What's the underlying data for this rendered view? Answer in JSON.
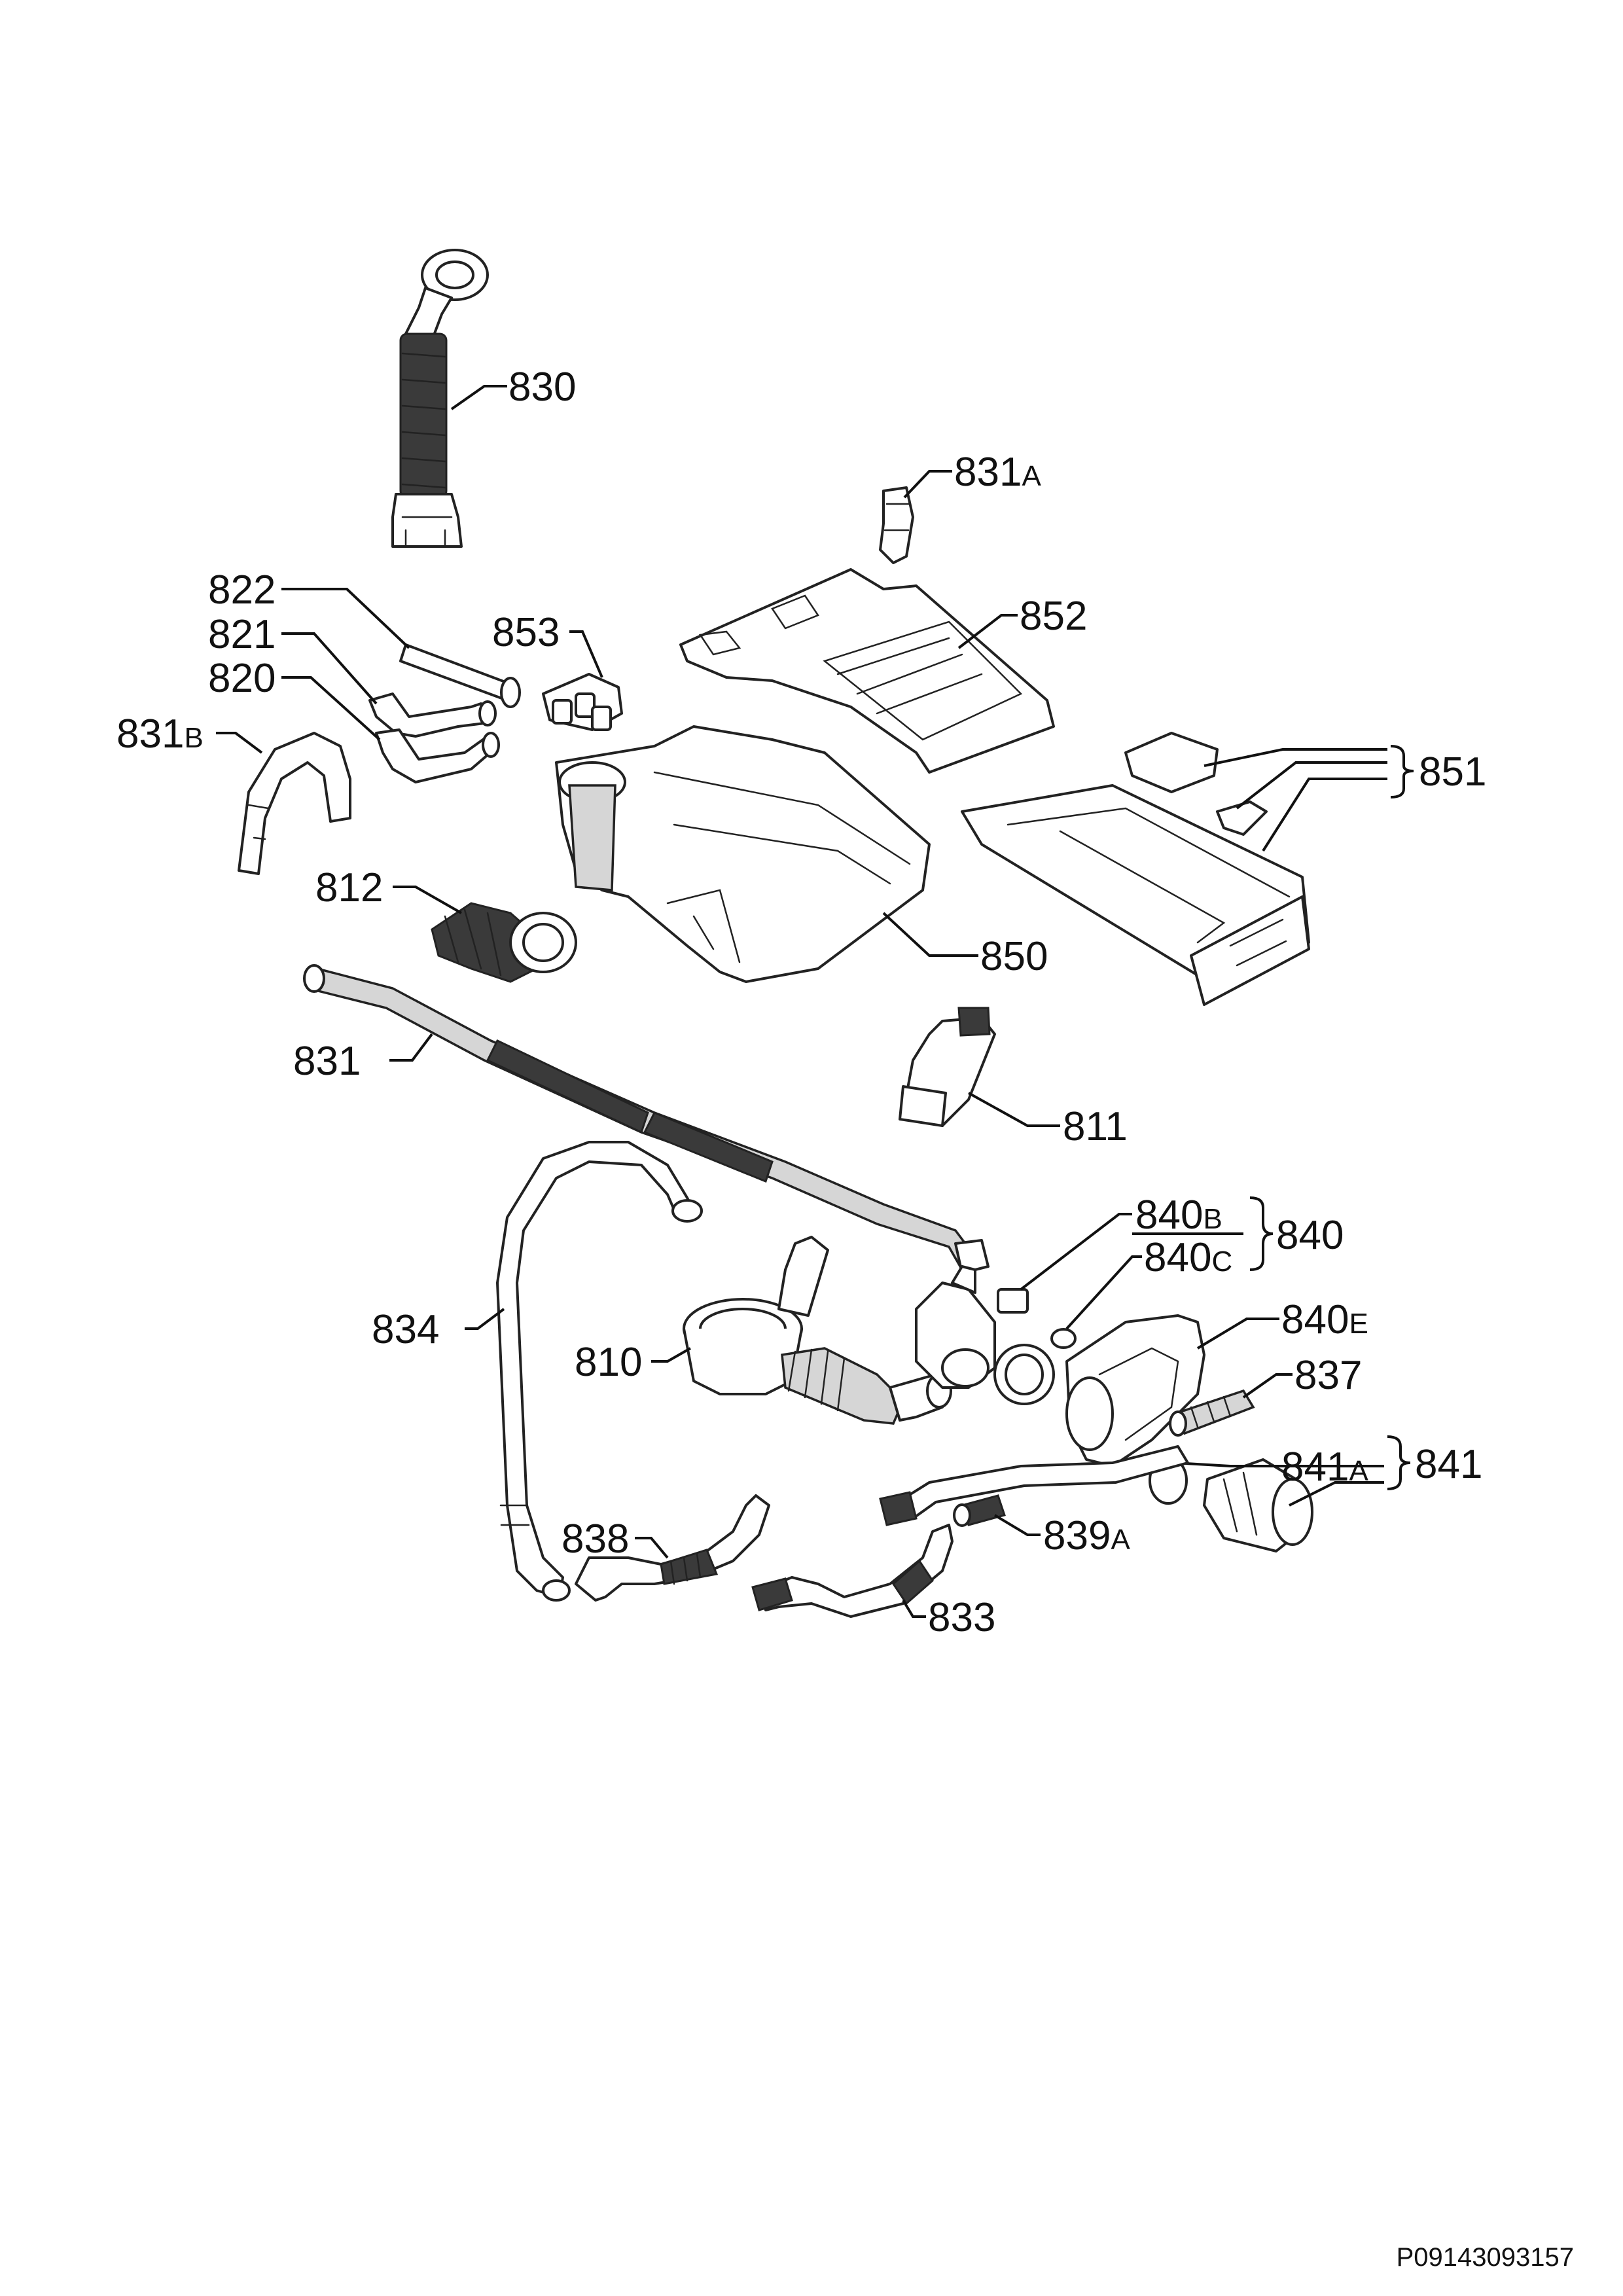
{
  "labels": {
    "l830": "830",
    "l831a_num": "831",
    "l831a_suf": "A",
    "l822": "822",
    "l821": "821",
    "l820": "820",
    "l853": "853",
    "l852": "852",
    "l831b_num": "831",
    "l831b_suf": "B",
    "l851": "851",
    "l812": "812",
    "l850": "850",
    "l831": "831",
    "l811": "811",
    "l840b_num": "840",
    "l840b_suf": "B",
    "l840": "840",
    "l840c_num": "840",
    "l840c_suf": "C",
    "l834": "834",
    "l840e_num": "840",
    "l840e_suf": "E",
    "l810": "810",
    "l837": "837",
    "l841a_num": "841",
    "l841a_suf": "A",
    "l841": "841",
    "l838": "838",
    "l839a_num": "839",
    "l839a_suf": "A",
    "l833": "833"
  },
  "document_code": "P09143093157"
}
